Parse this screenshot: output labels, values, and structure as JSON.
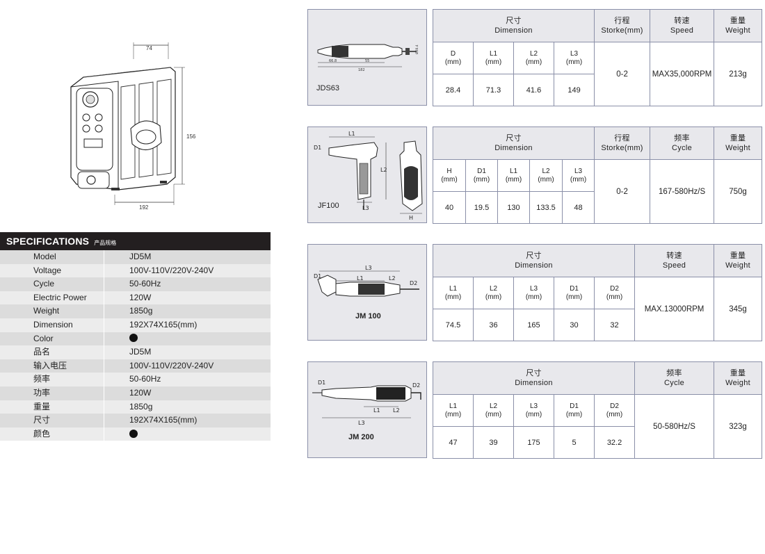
{
  "drawing": {
    "dim_top": "74",
    "dim_side": "156",
    "dim_bottom": "192"
  },
  "specs": {
    "title": "SPECIFICATIONS",
    "title_cn": "产品规格",
    "rows": [
      {
        "k": "Model",
        "v": "JD5M"
      },
      {
        "k": "Voltage",
        "v": "100V-110V/220V-240V"
      },
      {
        "k": "Cycle",
        "v": "50-60Hz"
      },
      {
        "k": "Electric Power",
        "v": "120W"
      },
      {
        "k": "Weight",
        "v": "1850g"
      },
      {
        "k": "Dimension",
        "v": "192X74X165(mm)"
      },
      {
        "k": "Color",
        "v": ""
      },
      {
        "k": "品名",
        "v": "JD5M"
      },
      {
        "k": "输入电压",
        "v": "100V-110V/220V-240V"
      },
      {
        "k": "频率",
        "v": "50-60Hz"
      },
      {
        "k": "功率",
        "v": "120W"
      },
      {
        "k": "重量",
        "v": "1850g"
      },
      {
        "k": "尺寸",
        "v": "192X74X165(mm)"
      },
      {
        "k": "颜色",
        "v": ""
      }
    ]
  },
  "products": [
    {
      "model": "JDS63",
      "img_dims": {
        "a": "66.8",
        "b": "55",
        "c": "182",
        "d": "Ø28.4"
      },
      "dim_cn": "尺寸",
      "dim_en": "Dimension",
      "cols": [
        {
          "h": "D",
          "u": "(mm)",
          "v": "28.4"
        },
        {
          "h": "L1",
          "u": "(mm)",
          "v": "71.3"
        },
        {
          "h": "L2",
          "u": "(mm)",
          "v": "41.6"
        },
        {
          "h": "L3",
          "u": "(mm)",
          "v": "149"
        }
      ],
      "c1_cn": "行程",
      "c1_en": "Storke(mm)",
      "c1_v": "0-2",
      "c2_cn": "转速",
      "c2_en": "Speed",
      "c2_v": "MAX35,000RPM",
      "c3_cn": "重量",
      "c3_en": "Weight",
      "c3_v": "213g"
    },
    {
      "model": "JF100",
      "img_dims": {
        "l1": "L1",
        "d1": "D1",
        "l2": "L2",
        "l3": "L3",
        "h": "H"
      },
      "dim_cn": "尺寸",
      "dim_en": "Dimension",
      "cols": [
        {
          "h": "H",
          "u": "(mm)",
          "v": "40"
        },
        {
          "h": "D1",
          "u": "(mm)",
          "v": "19.5"
        },
        {
          "h": "L1",
          "u": "(mm)",
          "v": "130"
        },
        {
          "h": "L2",
          "u": "(mm)",
          "v": "133.5"
        },
        {
          "h": "L3",
          "u": "(mm)",
          "v": "48"
        }
      ],
      "c1_cn": "行程",
      "c1_en": "Storke(mm)",
      "c1_v": "0-2",
      "c2_cn": "频率",
      "c2_en": "Cycle",
      "c2_v": "167-580Hz/S",
      "c3_cn": "重量",
      "c3_en": "Weight",
      "c3_v": "750g"
    },
    {
      "model": "JM 100",
      "img_dims": {
        "l3": "L3",
        "d1": "D1",
        "l1": "L1",
        "l2": "L2",
        "d2": "D2"
      },
      "dim_cn": "尺寸",
      "dim_en": "Dimension",
      "cols": [
        {
          "h": "L1",
          "u": "(mm)",
          "v": "74.5"
        },
        {
          "h": "L2",
          "u": "(mm)",
          "v": "36"
        },
        {
          "h": "L3",
          "u": "(mm)",
          "v": "165"
        },
        {
          "h": "D1",
          "u": "(mm)",
          "v": "30"
        },
        {
          "h": "D2",
          "u": "(mm)",
          "v": "32"
        }
      ],
      "c2_cn": "转速",
      "c2_en": "Speed",
      "c2_v": "MAX.13000RPM",
      "c3_cn": "重量",
      "c3_en": "Weight",
      "c3_v": "345g"
    },
    {
      "model": "JM 200",
      "img_dims": {
        "d1": "D1",
        "d2": "D2",
        "l1": "L1",
        "l2": "L2",
        "l3": "L3"
      },
      "dim_cn": "尺寸",
      "dim_en": "Dimension",
      "cols": [
        {
          "h": "L1",
          "u": "(mm)",
          "v": "47"
        },
        {
          "h": "L2",
          "u": "(mm)",
          "v": "39"
        },
        {
          "h": "L3",
          "u": "(mm)",
          "v": "175"
        },
        {
          "h": "D1",
          "u": "(mm)",
          "v": "5"
        },
        {
          "h": "D2",
          "u": "(mm)",
          "v": "32.2"
        }
      ],
      "c2_cn": "频率",
      "c2_en": "Cycle",
      "c2_v": "50-580Hz/S",
      "c3_cn": "重量",
      "c3_en": "Weight",
      "c3_v": "323g"
    }
  ]
}
